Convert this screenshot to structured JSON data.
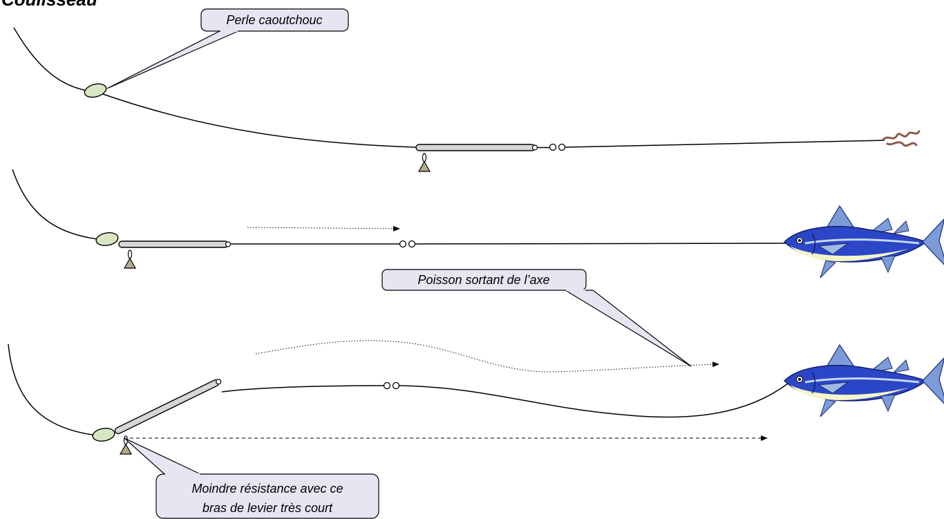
{
  "title": "Coulisseau",
  "callouts": {
    "bead": "Perle caoutchouc",
    "fish_axis": "Poisson sortant de l’axe",
    "lever_line1": "Moindre résistance avec ce",
    "lever_line2": "bras de levier très court"
  },
  "colors": {
    "bead_fill": "#d8e6c2",
    "tube_fill": "#d6d6d6",
    "weight_fill": "#b7ab8f",
    "callout_fill": "#e6e6f2",
    "fish_body": "#2b46c6",
    "fish_belly": "#f3f6c8",
    "fish_fins": "#7c9bd9",
    "bait": "#8a5a4a",
    "line": "#000000"
  },
  "icons": {
    "bait": "bait-worm-icon",
    "fish": "tuna-fish-icon",
    "weight": "lead-weight-icon",
    "swivel": "swivel-icon",
    "bead": "rubber-bead-icon"
  }
}
